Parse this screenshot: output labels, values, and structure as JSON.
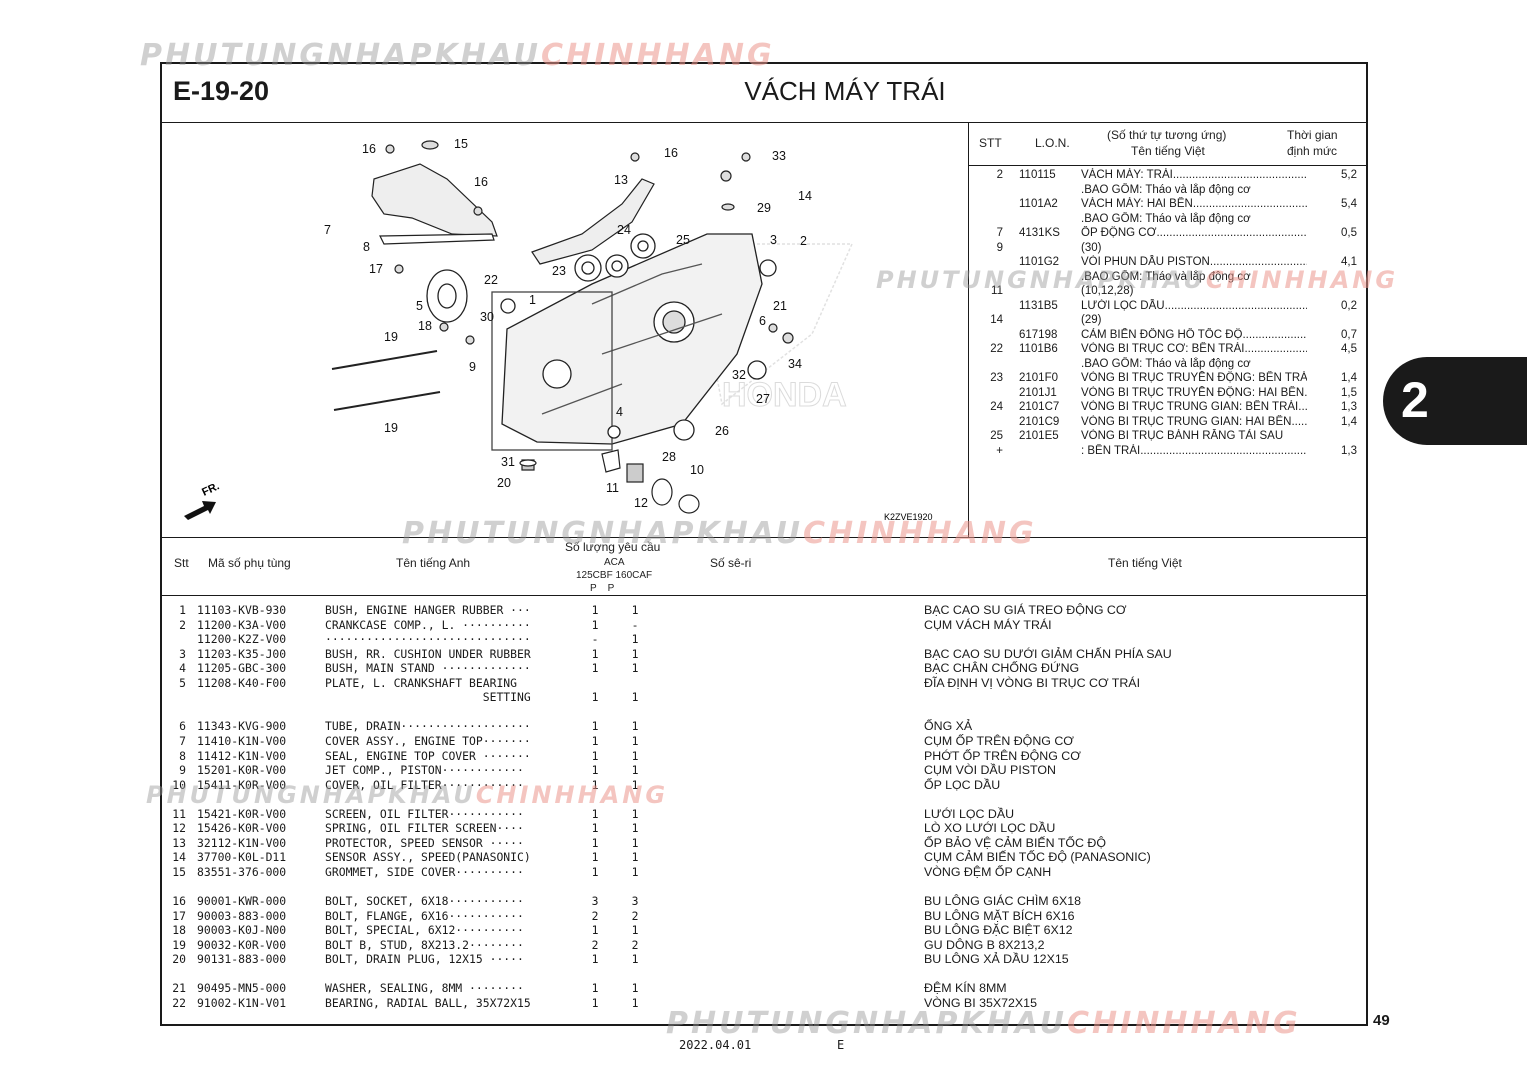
{
  "watermark": {
    "part1": "PHUTUNGNHAPKHAU",
    "part2": "CHINHHANG"
  },
  "header": {
    "code": "E-19-20",
    "title": "VÁCH MÁY TRÁI"
  },
  "diagram": {
    "ref_code": "K2ZVE1920",
    "fr_label": "FR.",
    "brand": "HONDA",
    "callouts": [
      "16",
      "15",
      "16",
      "33",
      "14",
      "29",
      "13",
      "16",
      "7",
      "8",
      "24",
      "25",
      "3",
      "2",
      "17",
      "22",
      "23",
      "1",
      "5",
      "18",
      "30",
      "21",
      "6",
      "19",
      "9",
      "34",
      "32",
      "27",
      "4",
      "26",
      "19",
      "31",
      "28",
      "10",
      "20",
      "11",
      "12"
    ]
  },
  "vn_table": {
    "headers": {
      "stt": "STT",
      "lon": "L.O.N.",
      "desc_line1": "(Số thứ tự tương ứng)",
      "desc_line2": "Tên tiếng Việt",
      "time_line1": "Thời gian",
      "time_line2": "định mức"
    },
    "rows": [
      {
        "stt": "2",
        "lon": "110115",
        "desc": "VÁCH MÁY: TRÁI",
        "time": "5,2"
      },
      {
        "stt": "",
        "lon": "",
        "desc": ".BAO GỒM: Tháo và lắp động cơ",
        "time": ""
      },
      {
        "stt": "",
        "lon": "1101A2",
        "desc": "VÁCH MÁY: HAI BÊN",
        "time": "5,4"
      },
      {
        "stt": "",
        "lon": "",
        "desc": ".BAO GỒM: Tháo và lắp động cơ",
        "time": ""
      },
      {
        "stt": "7",
        "lon": "4131KS",
        "desc": "ỐP ĐỘNG CƠ",
        "time": "0,5"
      },
      {
        "stt": "9",
        "lon": "",
        "desc": "(30)",
        "time": ""
      },
      {
        "stt": "",
        "lon": "1101G2",
        "desc": "VÒI PHUN DẦU PISTON",
        "time": "4,1"
      },
      {
        "stt": "",
        "lon": "",
        "desc": ".BAO GỒM: Tháo và lắp động cơ",
        "time": ""
      },
      {
        "stt": "11",
        "lon": "",
        "desc": "(10,12,28)",
        "time": ""
      },
      {
        "stt": "",
        "lon": "1131B5",
        "desc": "LƯỚI LỌC DẦU",
        "time": "0,2"
      },
      {
        "stt": "14",
        "lon": "",
        "desc": "(29)",
        "time": ""
      },
      {
        "stt": "",
        "lon": "617198",
        "desc": "CẢM BIẾN ĐỒNG HỒ TỐC ĐỘ",
        "time": "0,7"
      },
      {
        "stt": "22",
        "lon": "1101B6",
        "desc": "VÒNG BI TRỤC CƠ: BÊN TRÁI",
        "time": "4,5"
      },
      {
        "stt": "",
        "lon": "",
        "desc": ".BAO GỒM: Tháo và lắp động cơ",
        "time": ""
      },
      {
        "stt": "23",
        "lon": "2101F0",
        "desc": "VÒNG BI TRỤC TRUYỀN ĐỘNG: BÊN TRÁI",
        "time": "1,4"
      },
      {
        "stt": "",
        "lon": "2101J1",
        "desc": "VÒNG BI TRỤC TRUYỀN ĐỘNG: HAI BÊN",
        "time": "1,5"
      },
      {
        "stt": "24",
        "lon": "2101C7",
        "desc": "VÒNG BI TRỤC TRUNG GIAN: BÊN TRÁI",
        "time": "1,3"
      },
      {
        "stt": "",
        "lon": "2101C9",
        "desc": "VÒNG BI TRỤC TRUNG GIAN: HAI BÊN",
        "time": "1,4"
      },
      {
        "stt": "25",
        "lon": "2101E5",
        "desc": "VÒNG BI TRỤC BÁNH RĂNG TẢI SAU",
        "time": ""
      },
      {
        "stt": "+",
        "lon": "",
        "desc": ": BÊN TRÁI",
        "time": "1,3"
      }
    ]
  },
  "parts_table": {
    "headers": {
      "stt": "Stt",
      "part_no": "Mã số phụ tùng",
      "en_name": "Tên tiếng Anh",
      "qty": "Số lượng yêu cầu",
      "qty_sub": "ACA",
      "models": "125CBF 160CAF",
      "pp": "P    P",
      "serial": "Số sê-ri",
      "vn_name": "Tên tiếng Việt"
    },
    "rows": [
      {
        "stt": "1",
        "pn": "11103-KVB-930",
        "en": "BUSH, ENGINE HANGER RUBBER ···",
        "q1": "1",
        "q2": "1",
        "vi": "BẠC CAO SU GIÁ TREO ĐỘNG CƠ"
      },
      {
        "stt": "2",
        "pn": "11200-K3A-V00",
        "en": "CRANKCASE COMP., L. ··········",
        "q1": "1",
        "q2": "-",
        "vi": "CỤM VÁCH MÁY TRÁI"
      },
      {
        "stt": "",
        "pn": "11200-K2Z-V00",
        "en": "······························",
        "q1": "-",
        "q2": "1",
        "vi": ""
      },
      {
        "stt": "3",
        "pn": "11203-K35-J00",
        "en": "BUSH, RR. CUSHION UNDER RUBBER",
        "q1": "1",
        "q2": "1",
        "vi": "BẠC CAO SU DƯỚI GIẢM CHẤN PHÍA SAU"
      },
      {
        "stt": "4",
        "pn": "11205-GBC-300",
        "en": "BUSH, MAIN STAND ·············",
        "q1": "1",
        "q2": "1",
        "vi": "BẠC CHÂN CHỐNG ĐỨNG"
      },
      {
        "stt": "5",
        "pn": "11208-K40-F00",
        "en": "PLATE, L. CRANKSHAFT BEARING",
        "q1": "",
        "q2": "",
        "vi": "ĐĨA ĐỊNH VỊ VÒNG BI TRỤC CƠ TRÁI"
      },
      {
        "stt": "",
        "pn": "",
        "en": "                       SETTING",
        "q1": "1",
        "q2": "1",
        "vi": ""
      },
      {
        "stt": "",
        "pn": "",
        "en": "",
        "q1": "",
        "q2": "",
        "vi": ""
      },
      {
        "stt": "6",
        "pn": "11343-KVG-900",
        "en": "TUBE, DRAIN···················",
        "q1": "1",
        "q2": "1",
        "vi": "ỐNG XẢ"
      },
      {
        "stt": "7",
        "pn": "11410-K1N-V00",
        "en": "COVER ASSY., ENGINE TOP·······",
        "q1": "1",
        "q2": "1",
        "vi": "CỤM ỐP TRÊN ĐỘNG CƠ"
      },
      {
        "stt": "8",
        "pn": "11412-K1N-V00",
        "en": "SEAL, ENGINE TOP COVER ·······",
        "q1": "1",
        "q2": "1",
        "vi": "PHỚT ỐP TRÊN ĐỘNG CƠ"
      },
      {
        "stt": "9",
        "pn": "15201-K0R-V00",
        "en": "JET COMP., PISTON············",
        "q1": "1",
        "q2": "1",
        "vi": "CỤM VÒI DẦU PISTON"
      },
      {
        "stt": "10",
        "pn": "15411-K0R-V00",
        "en": "COVER, OIL FILTER············",
        "q1": "1",
        "q2": "1",
        "vi": "ỐP LỌC DẦU"
      },
      {
        "stt": "",
        "pn": "",
        "en": "",
        "q1": "",
        "q2": "",
        "vi": ""
      },
      {
        "stt": "11",
        "pn": "15421-K0R-V00",
        "en": "SCREEN, OIL FILTER···········",
        "q1": "1",
        "q2": "1",
        "vi": "LƯỚI LỌC DẦU"
      },
      {
        "stt": "12",
        "pn": "15426-K0R-V00",
        "en": "SPRING, OIL FILTER SCREEN····",
        "q1": "1",
        "q2": "1",
        "vi": "LÒ XO LƯỚI LỌC DẦU"
      },
      {
        "stt": "13",
        "pn": "32112-K1N-V00",
        "en": "PROTECTOR, SPEED SENSOR ·····",
        "q1": "1",
        "q2": "1",
        "vi": "ỐP BẢO VỆ CẢM BIẾN TỐC ĐỘ"
      },
      {
        "stt": "14",
        "pn": "37700-K0L-D11",
        "en": "SENSOR ASSY., SPEED(PANASONIC)",
        "q1": "1",
        "q2": "1",
        "vi": "CỤM CẢM BIẾN TỐC ĐỘ (PANASONIC)"
      },
      {
        "stt": "15",
        "pn": "83551-376-000",
        "en": "GROMMET, SIDE COVER··········",
        "q1": "1",
        "q2": "1",
        "vi": "VÒNG ĐỆM ỐP CẠNH"
      },
      {
        "stt": "",
        "pn": "",
        "en": "",
        "q1": "",
        "q2": "",
        "vi": ""
      },
      {
        "stt": "16",
        "pn": "90001-KWR-000",
        "en": "BOLT, SOCKET, 6X18···········",
        "q1": "3",
        "q2": "3",
        "vi": "BU LÔNG GIÁC CHÌM 6X18"
      },
      {
        "stt": "17",
        "pn": "90003-883-000",
        "en": "BOLT, FLANGE, 6X16···········",
        "q1": "2",
        "q2": "2",
        "vi": "BU LÔNG MẶT BÍCH 6X16"
      },
      {
        "stt": "18",
        "pn": "90003-K0J-N00",
        "en": "BOLT, SPECIAL, 6X12··········",
        "q1": "1",
        "q2": "1",
        "vi": "BU LÔNG ĐẶC BIỆT 6X12"
      },
      {
        "stt": "19",
        "pn": "90032-K0R-V00",
        "en": "BOLT B, STUD, 8X213.2········",
        "q1": "2",
        "q2": "2",
        "vi": "GU DÔNG B 8X213,2"
      },
      {
        "stt": "20",
        "pn": "90131-883-000",
        "en": "BOLT, DRAIN PLUG, 12X15 ·····",
        "q1": "1",
        "q2": "1",
        "vi": "BU LÔNG XẢ DẦU 12X15"
      },
      {
        "stt": "",
        "pn": "",
        "en": "",
        "q1": "",
        "q2": "",
        "vi": ""
      },
      {
        "stt": "21",
        "pn": "90495-MN5-000",
        "en": "WASHER, SEALING, 8MM ········",
        "q1": "1",
        "q2": "1",
        "vi": "ĐỆM KÍN 8MM"
      },
      {
        "stt": "22",
        "pn": "91002-K1N-V01",
        "en": "BEARING, RADIAL BALL, 35X72X15",
        "q1": "1",
        "q2": "1",
        "vi": "VÒNG BI 35X72X15"
      }
    ]
  },
  "side_tab": "2",
  "page_number": "49",
  "footer": {
    "date": "2022.04.01",
    "edition": "E"
  }
}
